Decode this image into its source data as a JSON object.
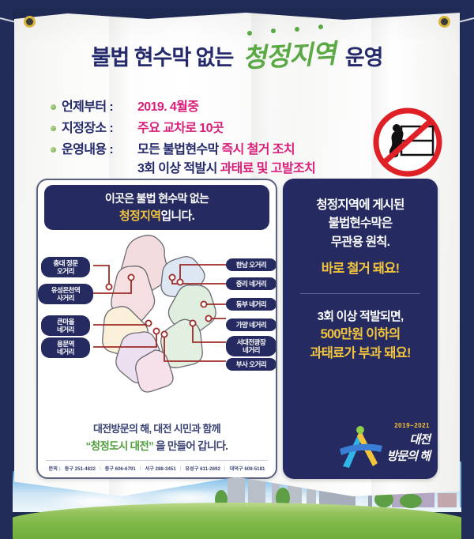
{
  "title": {
    "navy_before": "불법 현수막 없는",
    "green": "청정지역",
    "navy_after": "운영"
  },
  "info_list": [
    {
      "label": "언제부터 :",
      "lines": [
        {
          "text": "2019. 4월중",
          "color": "magenta"
        }
      ]
    },
    {
      "label": "지정장소 :",
      "lines": [
        {
          "text": "주요 교차로 10곳",
          "color": "magenta"
        }
      ]
    },
    {
      "label": "운영내용 :",
      "lines": [
        {
          "text": "모든 불법현수막 ",
          "color": "navy",
          "text2": "즉시 철거 조치",
          "color2": "magenta"
        },
        {
          "text": "3회 이상 적발시 ",
          "color": "navy",
          "text2": "과태료 및 고발조치",
          "color2": "magenta"
        }
      ]
    }
  ],
  "icons": {
    "prohibition": "no-banner-hanging-icon",
    "grommet": "grommet-eyelet-icon"
  },
  "left_panel": {
    "header_line1": "이곳은 불법 현수막 없는",
    "header_line2_gold": "청정지역",
    "header_line2_rest": "입니다.",
    "map_labels_left": [
      {
        "name": "충대 정문\n오거리"
      },
      {
        "name": "유성온천역\n사거리"
      },
      {
        "name": "큰마을\n네거리"
      },
      {
        "name": "용문역\n네거리"
      }
    ],
    "map_labels_right": [
      {
        "name": "한남 오거리"
      },
      {
        "name": "중리 네거리"
      },
      {
        "name": "동부 네거리"
      },
      {
        "name": "가양 네거리"
      },
      {
        "name": "서대전광장\n네거리"
      },
      {
        "name": "부사 오거리"
      }
    ],
    "footer_line1": "대전방문의 해, 대전 시민과 함께",
    "footer_quote": "“청정도시 대전”",
    "footer_rest": " 을 만들어 갑니다.",
    "contacts_prefix": "문의 :",
    "contacts": [
      "동구 251-4832",
      "중구 606-6791",
      "서구 288-3451",
      "유성구 611-2692",
      "대덕구 608-5181"
    ]
  },
  "right_panel": {
    "top_line1": "청정지역에 게시된",
    "top_line2": "불법현수막은",
    "top_line3": "무관용 원칙.",
    "top_highlight": "바로 철거 돼요!",
    "bottom_line1": "3회 이상 적발되면,",
    "bottom_highlight1": "500만원 이하의",
    "bottom_highlight2": "과태료가 부과 돼요!"
  },
  "logo": {
    "years": "2019~2021",
    "line1": "대전",
    "line2": "방문의 해"
  },
  "colors": {
    "navy": "#252a61",
    "magenta": "#d81e78",
    "green": "#5aa944",
    "gold": "#f2c43b",
    "map_line": "#9e2b28"
  }
}
